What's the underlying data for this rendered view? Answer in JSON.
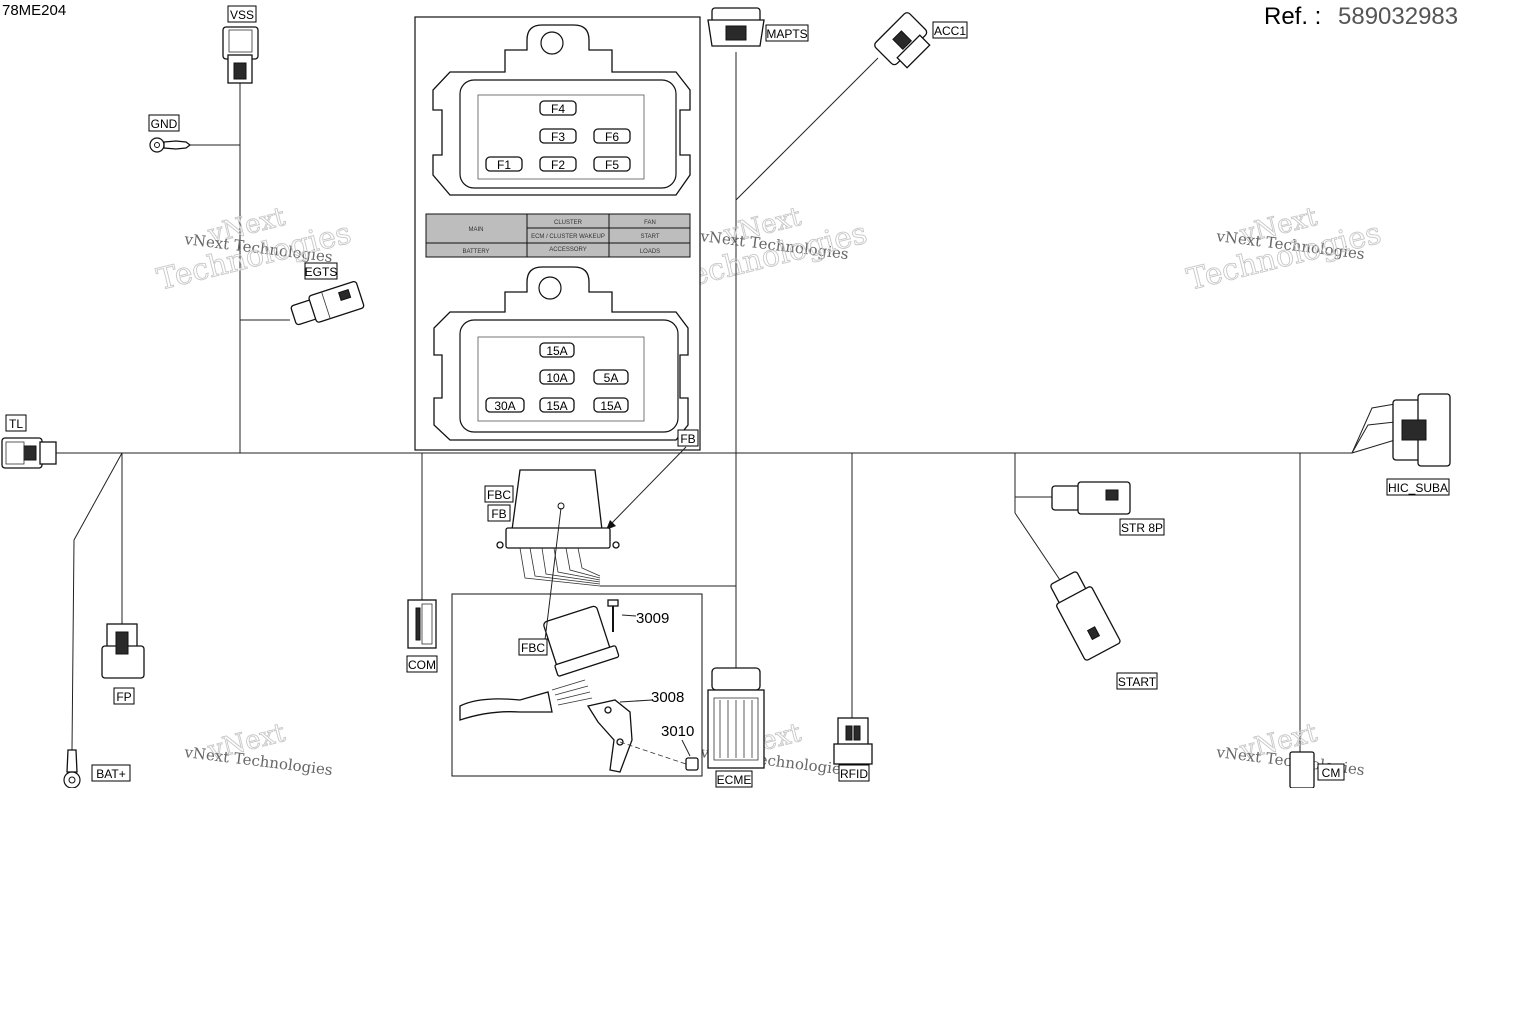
{
  "header": {
    "drawing_code": "78ME204",
    "ref_label": "Ref. :",
    "ref_number": "589032983"
  },
  "watermark": {
    "line1": "vNext Technologies",
    "line2": "vNext",
    "line3": "Technologies"
  },
  "connectors": {
    "vss": "VSS",
    "gnd": "GND",
    "egts": "EGTS",
    "tl": "TL",
    "fp": "FP",
    "bat": "BAT+",
    "com": "COM",
    "mapts": "MAPTS",
    "acc1": "ACC1",
    "fb": "FB",
    "fbc": "FBC",
    "fbc2": "FBC",
    "fb2": "FB",
    "ecme": "ECME",
    "rfid": "RFID",
    "str8p": "STR 8P",
    "start": "START",
    "hic_suba": "HIC_SUBA",
    "cm": "CM"
  },
  "fuse_box": {
    "top_slots": [
      "F4",
      "F3",
      "F6",
      "F1",
      "F2",
      "F5"
    ],
    "bottom_ratings": [
      "15A",
      "10A",
      "5A",
      "30A",
      "15A",
      "15A"
    ],
    "table": {
      "main": "MAIN",
      "cluster": "CLUSTER",
      "fan": "FAN",
      "ecm_wakeup": "ECM / CLUSTER WAKEUP",
      "start": "START",
      "battery": "BATTERY",
      "accessory": "ACCESSORY",
      "loads": "LOADS"
    }
  },
  "parts": {
    "p3009": "3009",
    "p3008": "3008",
    "p3010": "3010"
  }
}
